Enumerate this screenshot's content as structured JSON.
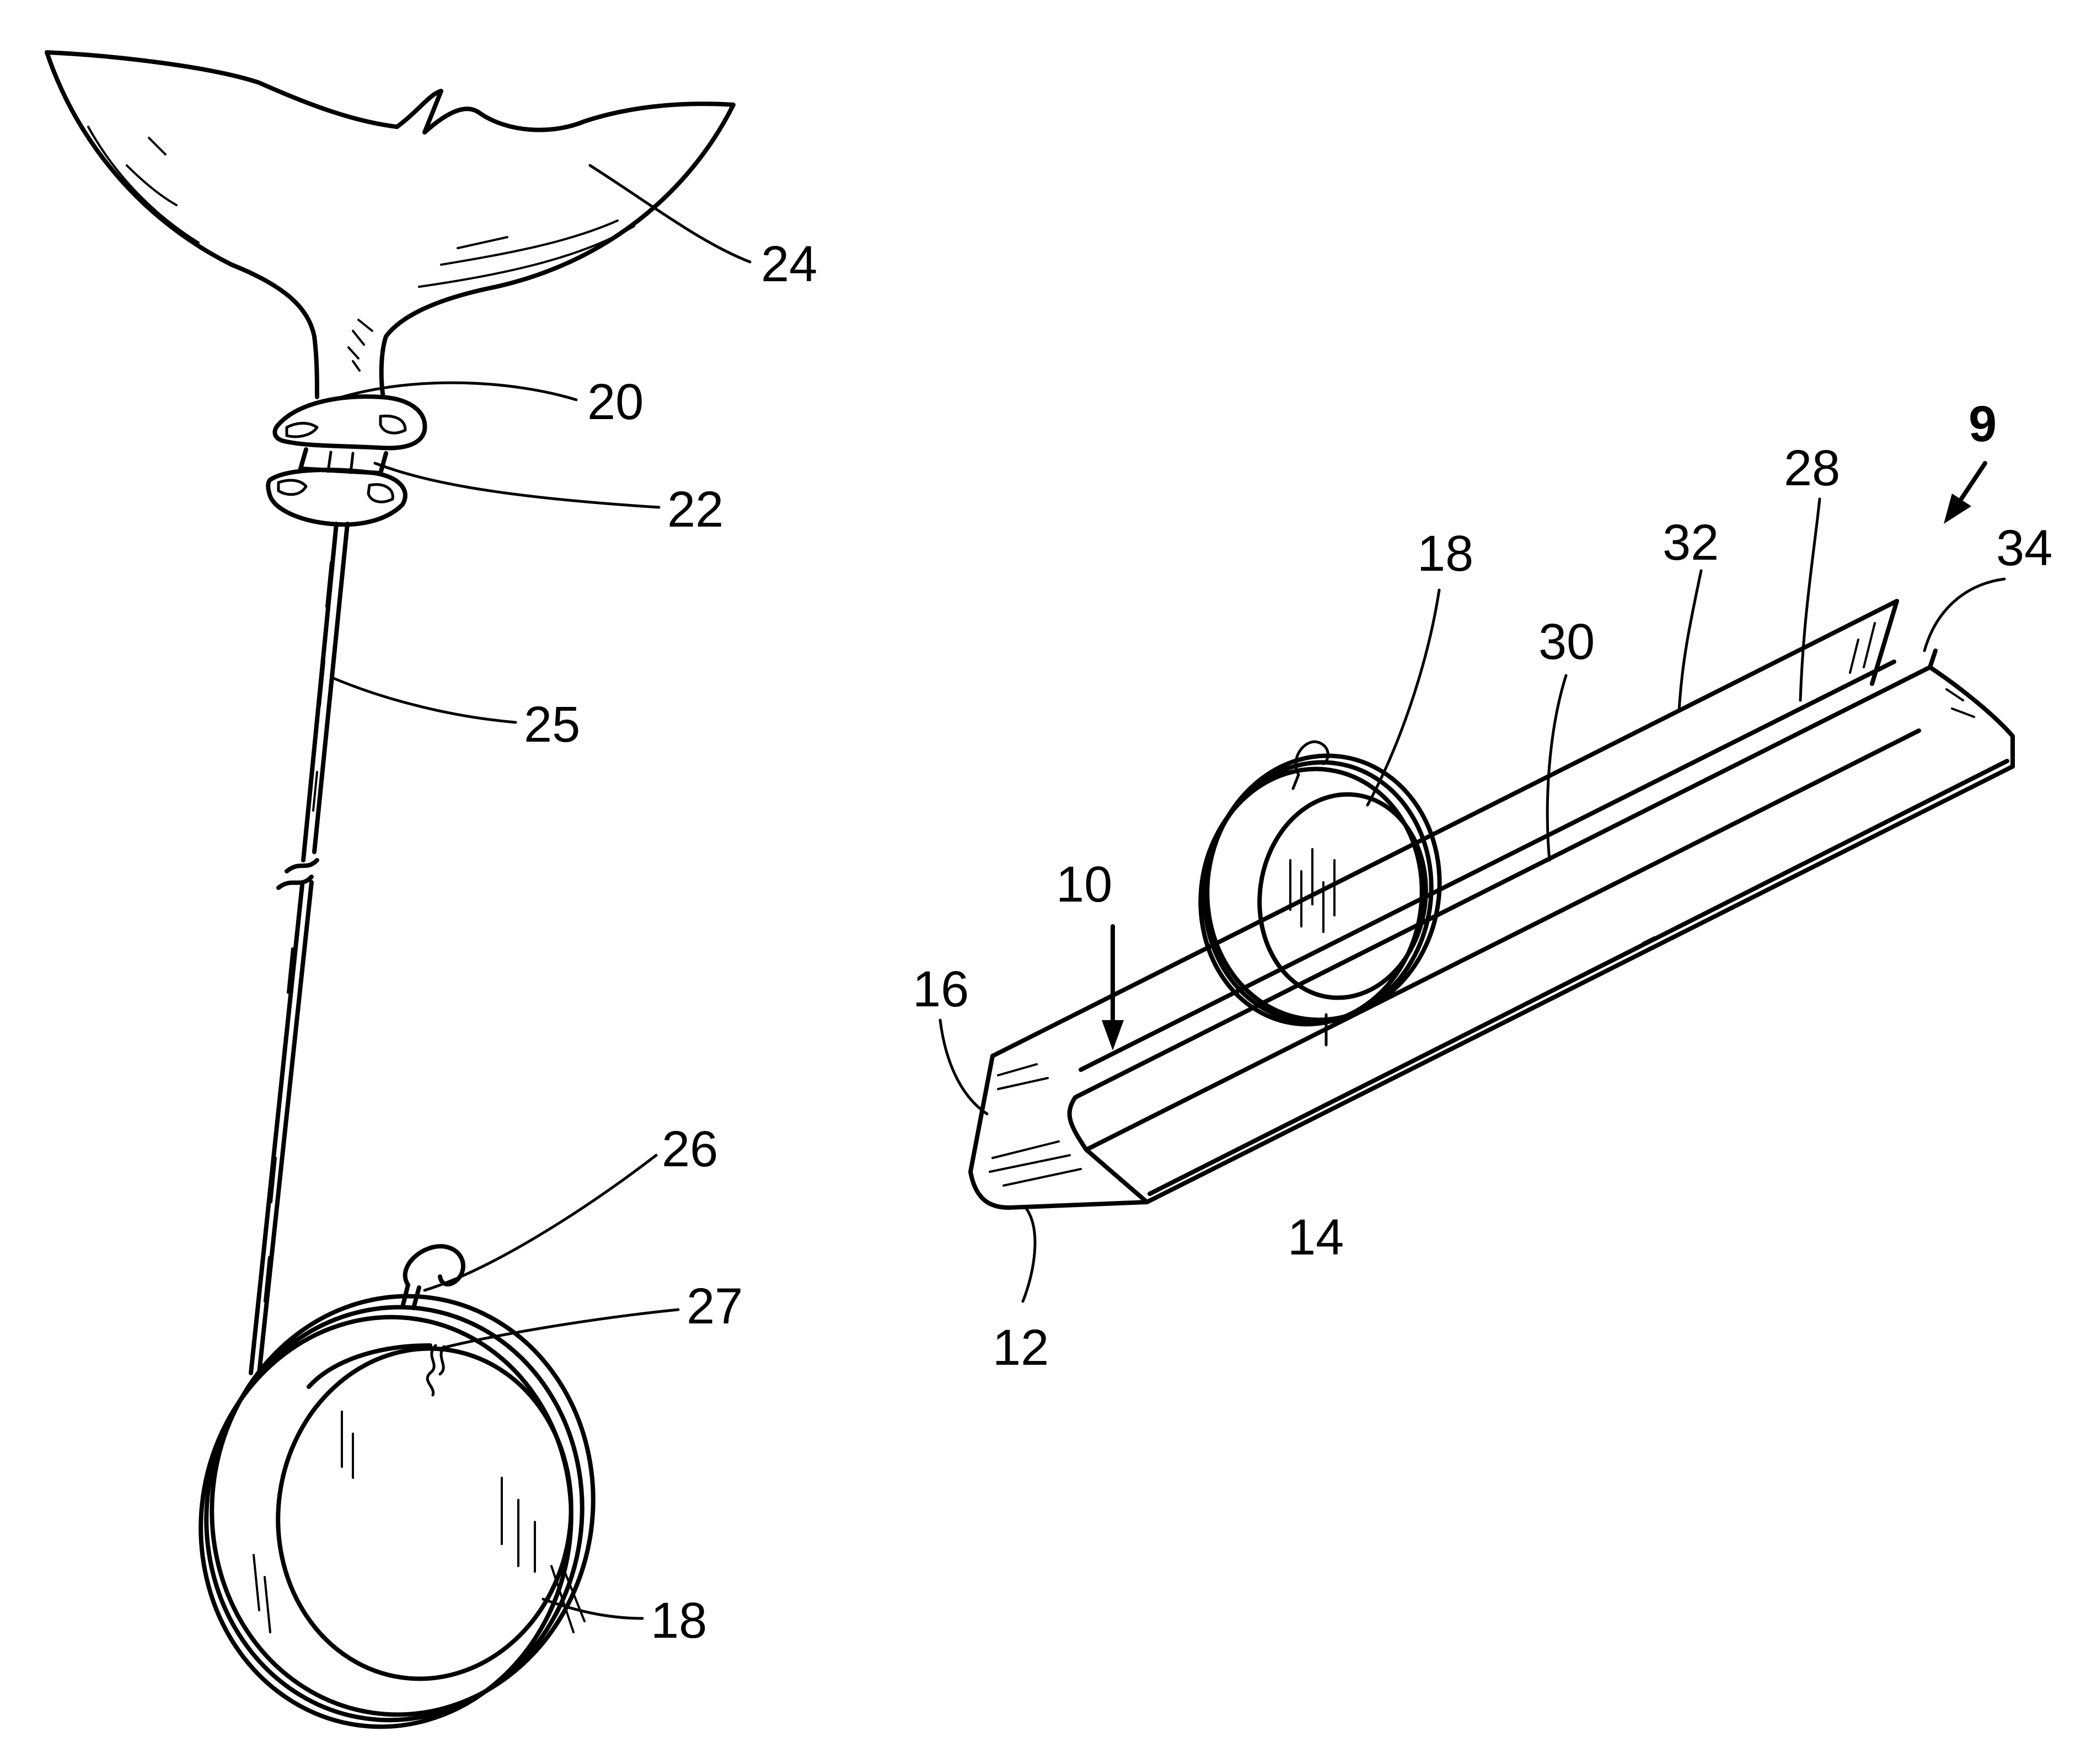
{
  "figure": {
    "reference_numerals": {
      "balloon": "24",
      "clip_upper": "20",
      "clip_lower": "22",
      "ribbon": "25",
      "hook": "26",
      "tie": "27",
      "weight_left": "18",
      "weight_right": "18",
      "assembly": "9",
      "holder_arrow": "10",
      "bottom_wall": "12",
      "front_wall": "14",
      "rear_edge": "16",
      "channel_wall": "28",
      "channel_floor": "30",
      "top_edge": "32",
      "lip_edge": "34"
    }
  }
}
